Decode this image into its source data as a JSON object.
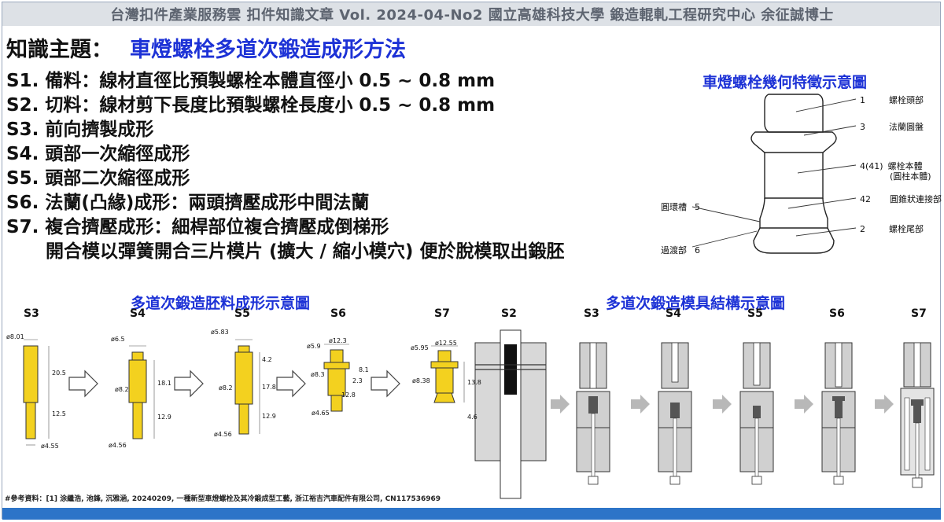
{
  "header": {
    "text": "台灣扣件產業服務雲  扣件知識文章  Vol. 2024-04-No2  國立高雄科技大學  鍛造輥軋工程研究中心  余征誠博士"
  },
  "topic": {
    "label": "知識主題：",
    "title": "車燈螺栓多道次鍛造成形方法"
  },
  "steps": [
    {
      "id": "S1.",
      "text": " 備料：線材直徑比預製螺栓本體直徑小 0.5 ~ 0.8 mm"
    },
    {
      "id": "S2.",
      "text": " 切料：線材剪下長度比預製螺栓長度小 0.5 ~ 0.8 mm"
    },
    {
      "id": "S3.",
      "text": " 前向擠製成形"
    },
    {
      "id": "S4.",
      "text": " 頭部一次縮徑成形"
    },
    {
      "id": "S5.",
      "text": " 頭部二次縮徑成形"
    },
    {
      "id": "S6.",
      "text": " 法蘭(凸緣)成形：兩頭擠壓成形中間法蘭"
    },
    {
      "id": "S7.",
      "text": " 複合擠壓成形：細桿部位複合擠壓成倒梯形"
    }
  ],
  "step_continuation": "開合模以彈簧開合三片模片 (擴大 / 縮小模穴) 便於脫模取出鍛胚",
  "geometry_diagram": {
    "title": "車燈螺栓幾何特徵示意圖",
    "callouts": [
      {
        "num": "1",
        "label": "螺栓頭部"
      },
      {
        "num": "3",
        "label": "法蘭圓盤"
      },
      {
        "num": "4(41)",
        "label": "螺栓本體",
        "sub": "(圓柱本體)"
      },
      {
        "num": "42",
        "label": "圓錐狀連接部"
      },
      {
        "num": "2",
        "label": "螺栓尾部"
      }
    ],
    "left_callouts": [
      {
        "num": "5",
        "label": "圓環槽"
      },
      {
        "num": "6",
        "label": "過渡部"
      }
    ]
  },
  "blank_diagram": {
    "title": "多道次鍛造胚料成形示意圖",
    "stages": [
      "S3",
      "S4",
      "S5",
      "S6",
      "S7"
    ],
    "dimensions": {
      "S3": [
        "ø8.01",
        "20.5",
        "12.5",
        "ø4.55"
      ],
      "S4": [
        "ø6.5",
        "ø8.2",
        "18.1",
        "12.9",
        "ø4.56"
      ],
      "S5": [
        "ø5.83",
        "4.2",
        "ø8.2",
        "17.8",
        "12.9",
        "ø4.56"
      ],
      "S6": [
        "ø5.9",
        "ø12.3",
        "ø8.3",
        "12.8",
        "ø4.65",
        "2.3",
        "8.1"
      ],
      "S7": [
        "ø5.95",
        "ø12.55",
        "ø8.38",
        "13.8",
        "4.6"
      ]
    }
  },
  "die_diagram": {
    "title": "多道次鍛造模具結構示意圖",
    "stages": [
      "S2",
      "S3",
      "S4",
      "S5",
      "S6",
      "S7"
    ]
  },
  "reference": "#參考資料：[1] 涂繼浩, 池鋒, 沉雅涵, 20240209, 一種新型車燈螺栓及其冷鍛成型工藝, 浙江裕吉汽車配件有限公司, CN117536969",
  "colors": {
    "title_blue": "#1d32d6",
    "blank_yellow": "#f3d11f",
    "header_gray": "#dde1e6",
    "footer_blue": "#2d74c8"
  }
}
